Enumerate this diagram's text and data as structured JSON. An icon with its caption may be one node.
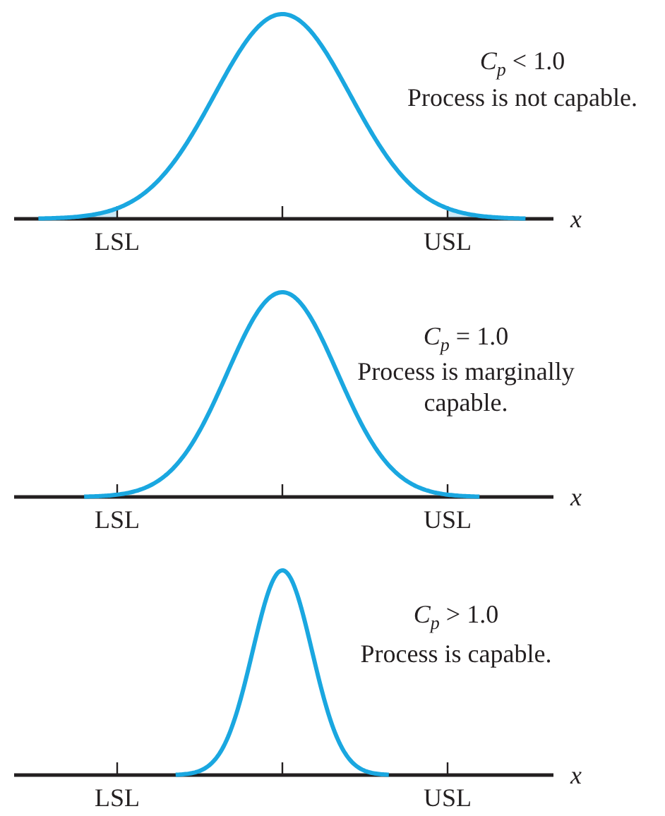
{
  "diagram": {
    "labels": [
      "*C*$_{p}$ < 1.0",
      "Process is not capable.",
      "x",
      "LSL",
      "USL",
      "*C*$_{p}$ = 1.0",
      "Process is marginally capable.",
      "x",
      "LSL",
      "USL",
      "*C*$_{p}$ > 1.0",
      "Process is capable.",
      "x",
      "LSL",
      "USL"
    ]
  }
}
